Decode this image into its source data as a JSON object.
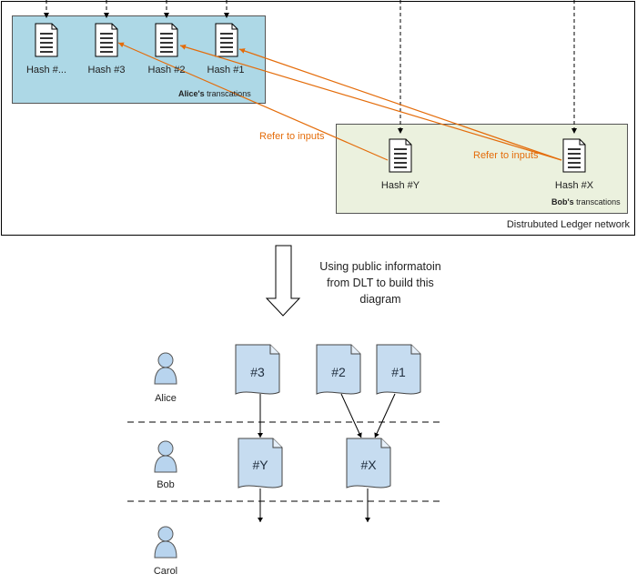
{
  "ledger": {
    "network_label": "Distrubuted Ledger network",
    "alice_box_label_bold": "Alice's",
    "alice_box_label_rest": " transcations",
    "bob_box_label_bold": "Bob's",
    "bob_box_label_rest": " transcations",
    "alice_hashes": [
      "Hash #...",
      "Hash #3",
      "Hash #2",
      "Hash #1"
    ],
    "bob_hashes": [
      "Hash #Y",
      "Hash #X"
    ],
    "refer_label_1": "Refer to inputs",
    "refer_label_2": "Refer to inputs"
  },
  "caption": {
    "line1": "Using public informatoin",
    "line2": "from DLT to build this",
    "line3": "diagram"
  },
  "graph": {
    "people": [
      "Alice",
      "Bob",
      "Carol"
    ],
    "alice_docs": [
      "#3",
      "#2",
      "#1"
    ],
    "bob_docs": [
      "#Y",
      "#X"
    ]
  },
  "colors": {
    "alice_box": "#add8e6",
    "bob_box": "#ebf1de",
    "arrow_orange": "#e46c0a",
    "doc_fill": "#c6dcf0",
    "person_fill": "#b8d4ee"
  }
}
